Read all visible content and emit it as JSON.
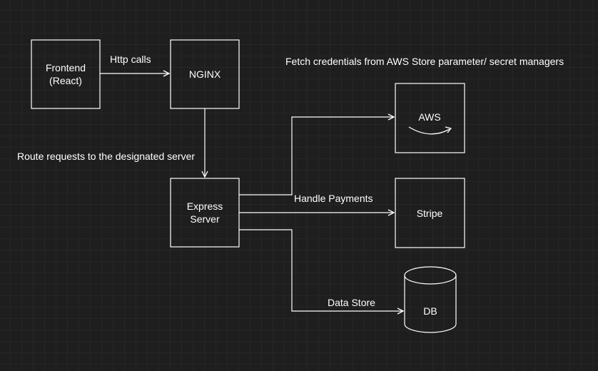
{
  "nodes": {
    "frontend": {
      "line1": "Frontend",
      "line2": "(React)"
    },
    "nginx": {
      "label": "NGINX"
    },
    "express": {
      "line1": "Express",
      "line2": "Server"
    },
    "aws": {
      "label": "AWS"
    },
    "stripe": {
      "label": "Stripe"
    },
    "db": {
      "label": "DB"
    }
  },
  "edges": {
    "http_calls": "Http calls",
    "route_requests": "Route requests to the designated server",
    "fetch_credentials": "Fetch credentials from AWS Store parameter/ secret managers",
    "handle_payments": "Handle Payments",
    "data_store": "Data Store"
  },
  "colors": {
    "background": "#1e1e1e",
    "stroke": "#ffffff",
    "text": "#ffffff"
  }
}
